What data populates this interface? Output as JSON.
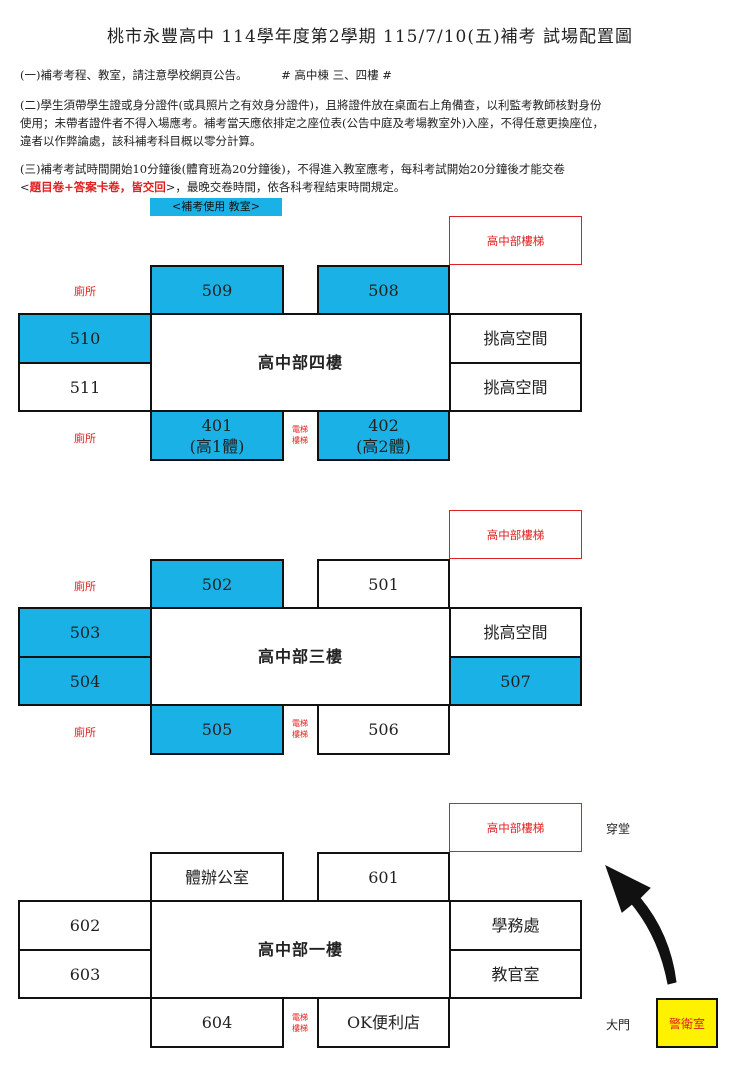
{
  "title": "桃市永豐高中 114學年度第2學期 115/7/10(五)補考 試場配置圖",
  "notes": {
    "n1_a": "(一)補考考程、教室，請注意學校網頁公告。",
    "n1_b": "# 高中棟 三、四樓 #",
    "n2_l1": "(二)學生須帶學生證或身分證件(或具照片之有效身分證件)，且將證件放在桌面右上角備查，以利監考教師核對身份",
    "n2_l2": "使用；未帶者證件者不得入場應考。補考當天應依排定之座位表(公告中庭及考場教室外)入座，不得任意更換座位，",
    "n2_l3": "違者以作弊論處，該科補考科目概以零分計算。",
    "n3_l1": "(三)補考考試時間開始10分鐘後(體育班為20分鐘後)，不得進入教室應考，每科考試開始20分鐘後才能交卷",
    "n3_l2_open": "<",
    "n3_l2_red": "題目卷+答案卡卷，皆交回",
    "n3_l2_rest": ">，最晚交卷時間，依各科考程結束時間規定。"
  },
  "legend": "<補考使用 教室>",
  "floor4": {
    "stair": "高中部樓梯",
    "toilet_top": "廁所",
    "toilet_bottom": "廁所",
    "r509": "509",
    "r508": "508",
    "r510": "510",
    "r511": "511",
    "hall": "高中部四樓",
    "void1": "挑高空間",
    "void2": "挑高空間",
    "r401": "401",
    "r401_sub": "(高1體)",
    "r402": "402",
    "r402_sub": "(高2體)",
    "elevator_a": "電梯",
    "elevator_b": "樓梯"
  },
  "floor3": {
    "stair": "高中部樓梯",
    "toilet_top": "廁所",
    "toilet_bottom": "廁所",
    "r502": "502",
    "r501": "501",
    "r503": "503",
    "r504": "504",
    "hall": "高中部三樓",
    "void1": "挑高空間",
    "r507": "507",
    "r505": "505",
    "r506": "506",
    "elevator_a": "電梯",
    "elevator_b": "樓梯"
  },
  "floor1": {
    "stair": "高中部樓梯",
    "office": "體辦公室",
    "r601": "601",
    "r602": "602",
    "r603": "603",
    "hall": "高中部一樓",
    "student_affairs": "學務處",
    "military": "教官室",
    "r604": "604",
    "store": "OK便利店",
    "elevator_a": "電梯",
    "elevator_b": "樓梯",
    "lobby": "穿堂",
    "gate": "大門",
    "guard": "警衛室"
  },
  "colors": {
    "used_room": "#19b1e6",
    "stair_red": "#e02020",
    "guard_yellow": "#fff200"
  },
  "icons": {
    "arrow": "curved-arrow-icon"
  }
}
